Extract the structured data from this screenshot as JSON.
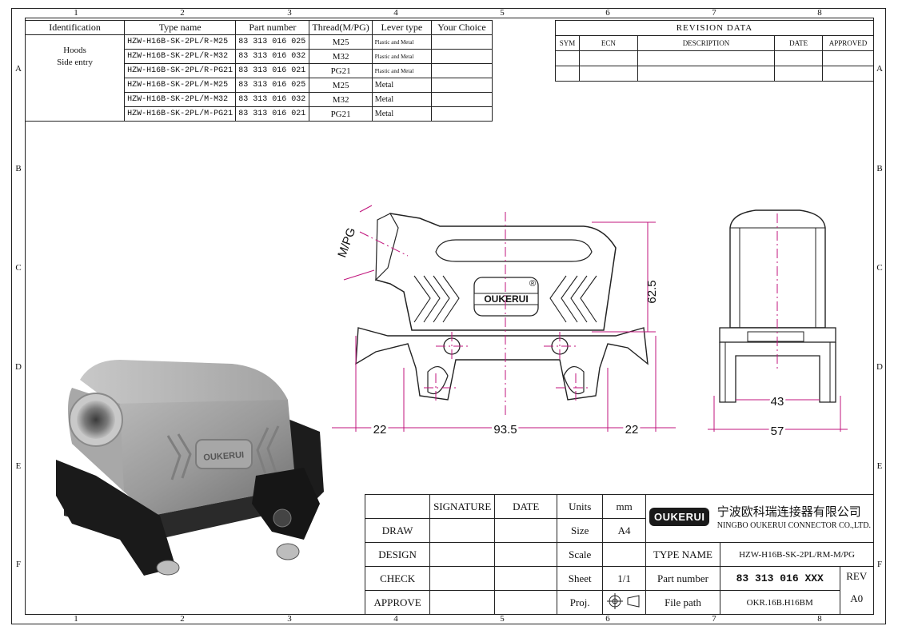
{
  "zones": {
    "columns": [
      "1",
      "2",
      "3",
      "4",
      "5",
      "6",
      "7",
      "8"
    ],
    "rows": [
      "A",
      "B",
      "C",
      "D",
      "E",
      "F"
    ]
  },
  "identification": {
    "headers": [
      "Identification",
      "Type name",
      "Part number",
      "Thread(M/PG)",
      "Lever type",
      "Your Choice"
    ],
    "category": [
      "Hoods",
      "Side entry"
    ],
    "rows": [
      {
        "type": "HZW-H16B-SK-2PL/R-M25",
        "part": "83 313 016 025",
        "thread": "M25",
        "lever": "Plastic and Metal",
        "choice": ""
      },
      {
        "type": "HZW-H16B-SK-2PL/R-M32",
        "part": "83 313 016 032",
        "thread": "M32",
        "lever": "Plastic and Metal",
        "choice": ""
      },
      {
        "type": "HZW-H16B-SK-2PL/R-PG21",
        "part": "83 313 016 021",
        "thread": "PG21",
        "lever": "Plastic and Metal",
        "choice": ""
      },
      {
        "type": "HZW-H16B-SK-2PL/M-M25",
        "part": "83 313 016 025",
        "thread": "M25",
        "lever": "Metal",
        "choice": ""
      },
      {
        "type": "HZW-H16B-SK-2PL/M-M32",
        "part": "83 313 016 032",
        "thread": "M32",
        "lever": "Metal",
        "choice": ""
      },
      {
        "type": "HZW-H16B-SK-2PL/M-PG21",
        "part": "83 313 016 021",
        "thread": "PG21",
        "lever": "Metal",
        "choice": ""
      }
    ]
  },
  "revision": {
    "title": "REVISION   DATA",
    "headers": [
      "SYM",
      "ECN",
      "DESCRIPTION",
      "DATE",
      "APPROVED"
    ]
  },
  "drawing": {
    "thread_label": "M/PG",
    "height": "62.5",
    "left_overhang": "22",
    "mount_span": "93.5",
    "right_overhang": "22",
    "inner_width": "43",
    "outer_width": "57",
    "brand_mark": "OUKERUI",
    "reg_mark": "®"
  },
  "title_block": {
    "col_signature": "SIGNATURE",
    "col_date": "DATE",
    "rows": [
      "DRAW",
      "DESIGN",
      "CHECK",
      "APPROVE"
    ],
    "units_label": "Units",
    "units_value": "mm",
    "size_label": "Size",
    "size_value": "A4",
    "scale_label": "Scale",
    "scale_value": "",
    "sheet_label": "Sheet",
    "sheet_value": "1/1",
    "proj_label": "Proj.",
    "company_logo": "OUKERUI",
    "company_cn": "宁波欧科瑞连接器有限公司",
    "company_en": "NINGBO OUKERUI CONNECTOR CO.,LTD.",
    "type_name_label": "TYPE NAME",
    "type_name_value": "HZW-H16B-SK-2PL/RM-M/PG",
    "part_number_label": "Part number",
    "part_number_value": "83 313 016 XXX",
    "rev_label": "REV",
    "file_path_label": "File path",
    "file_path_value": "OKR.16B.H16BM",
    "rev_value": "A0"
  }
}
